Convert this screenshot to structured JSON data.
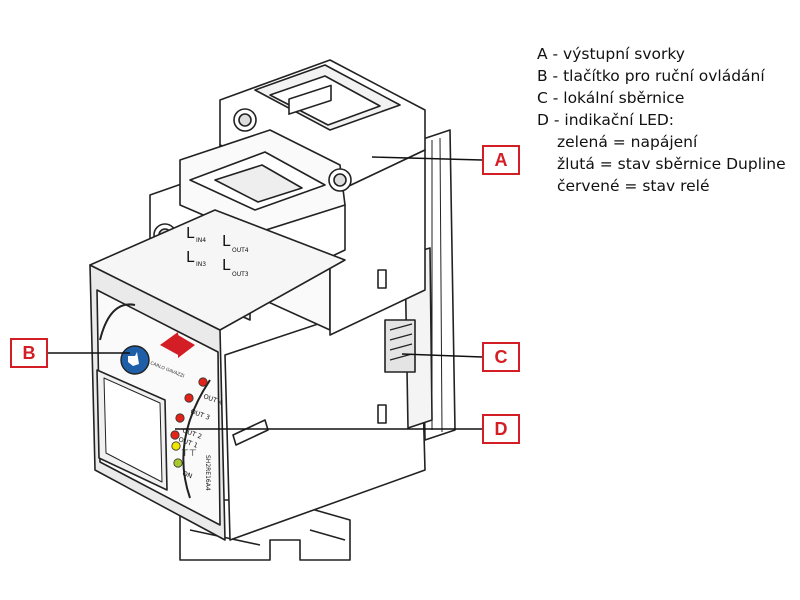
{
  "legend": {
    "line_a": "A - výstupní svorky",
    "line_b": "B - tlačítko pro ruční ovládání",
    "line_c": "C - lokální sběrnice",
    "line_d": "D - indikační LED:",
    "led_green": "zelená = napájení",
    "led_yellow": "žlutá = stav sběrnice Dupline",
    "led_red": "červené = stav relé"
  },
  "callouts": {
    "a": "A",
    "b": "B",
    "c": "C",
    "d": "D"
  },
  "device": {
    "terminal_labels": [
      "L",
      "IN4",
      "L",
      "OUT4",
      "L",
      "IN3",
      "L",
      "OUT3"
    ],
    "led_labels": [
      "OUT 4",
      "OUT 3",
      "OUT 2",
      "OUT 1",
      "ON"
    ],
    "bus_symbol": "⊤⊤",
    "model_text": "SH2RE16A4",
    "brand_text": "CARLO GAVAZZI"
  },
  "colors": {
    "accent_red": "#d21e24",
    "led_red": "#e2231a",
    "led_yellow": "#f2e300",
    "led_green": "#a6c92d",
    "button_blue": "#1f5fa8"
  }
}
